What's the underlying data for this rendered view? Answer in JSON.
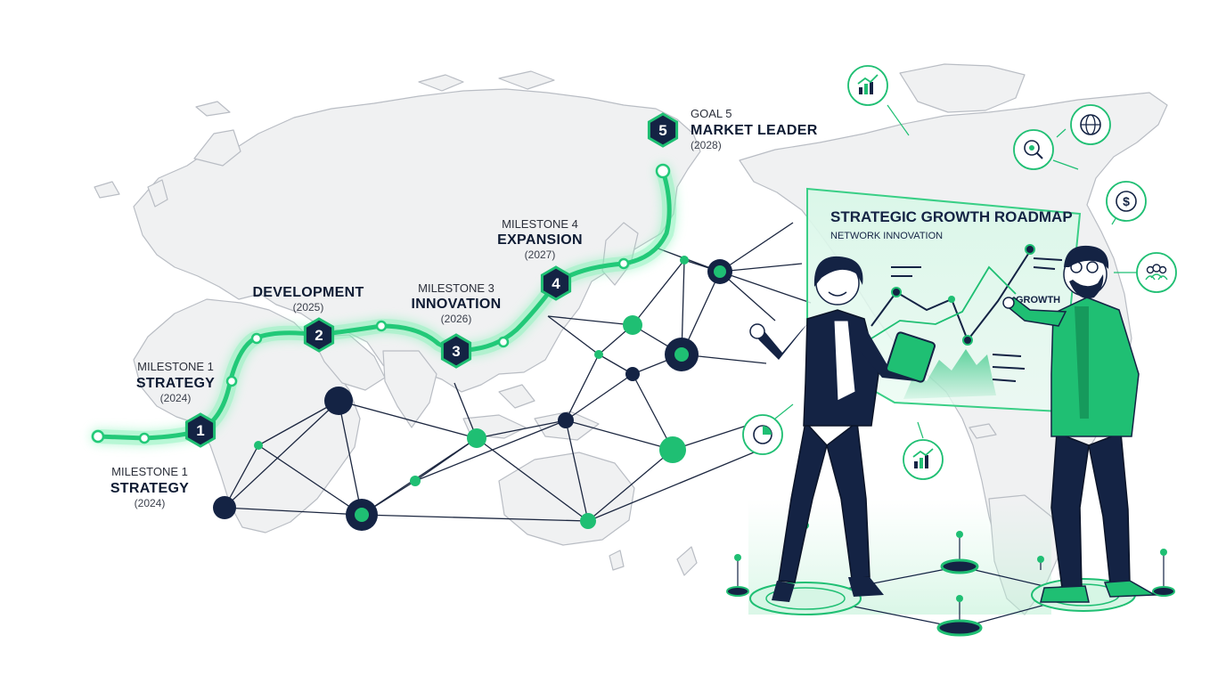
{
  "colors": {
    "navy": "#142344",
    "green": "#1fbf73",
    "glow": "#6cf0a8",
    "land": "#f0f1f2",
    "landStroke": "#c9ccd1",
    "network": "#1c2740"
  },
  "milestones": [
    {
      "num": "1",
      "sub": "MILESTONE 1",
      "label": "STRATEGY",
      "year": "(2024)"
    },
    {
      "num": "2",
      "sub": "",
      "label": "DEVELOPMENT",
      "year": "(2025)"
    },
    {
      "num": "3",
      "sub": "MILESTONE 3",
      "label": "INNOVATION",
      "year": "(2026)"
    },
    {
      "num": "4",
      "sub": "MILESTONE 4",
      "label": "EXPANSION",
      "year": "(2027)"
    },
    {
      "num": "5",
      "sub": "GOAL 5",
      "label": "MARKET LEADER",
      "year": "(2028)"
    }
  ],
  "milestone_duplicate": {
    "sub": "MILESTONE 1",
    "label": "STRATEGY",
    "year": "(2024)"
  },
  "board": {
    "title": "STRATEGIC GROWTH ROADMAP",
    "subtitle": "NETWORK INNOVATION",
    "growth_label": "GROWTH"
  },
  "icons": [
    "bar-chart-icon",
    "globe-icon",
    "search-globe-icon",
    "dollar-icon",
    "people-icon",
    "pie-chart-icon",
    "bar-chart-icon"
  ]
}
